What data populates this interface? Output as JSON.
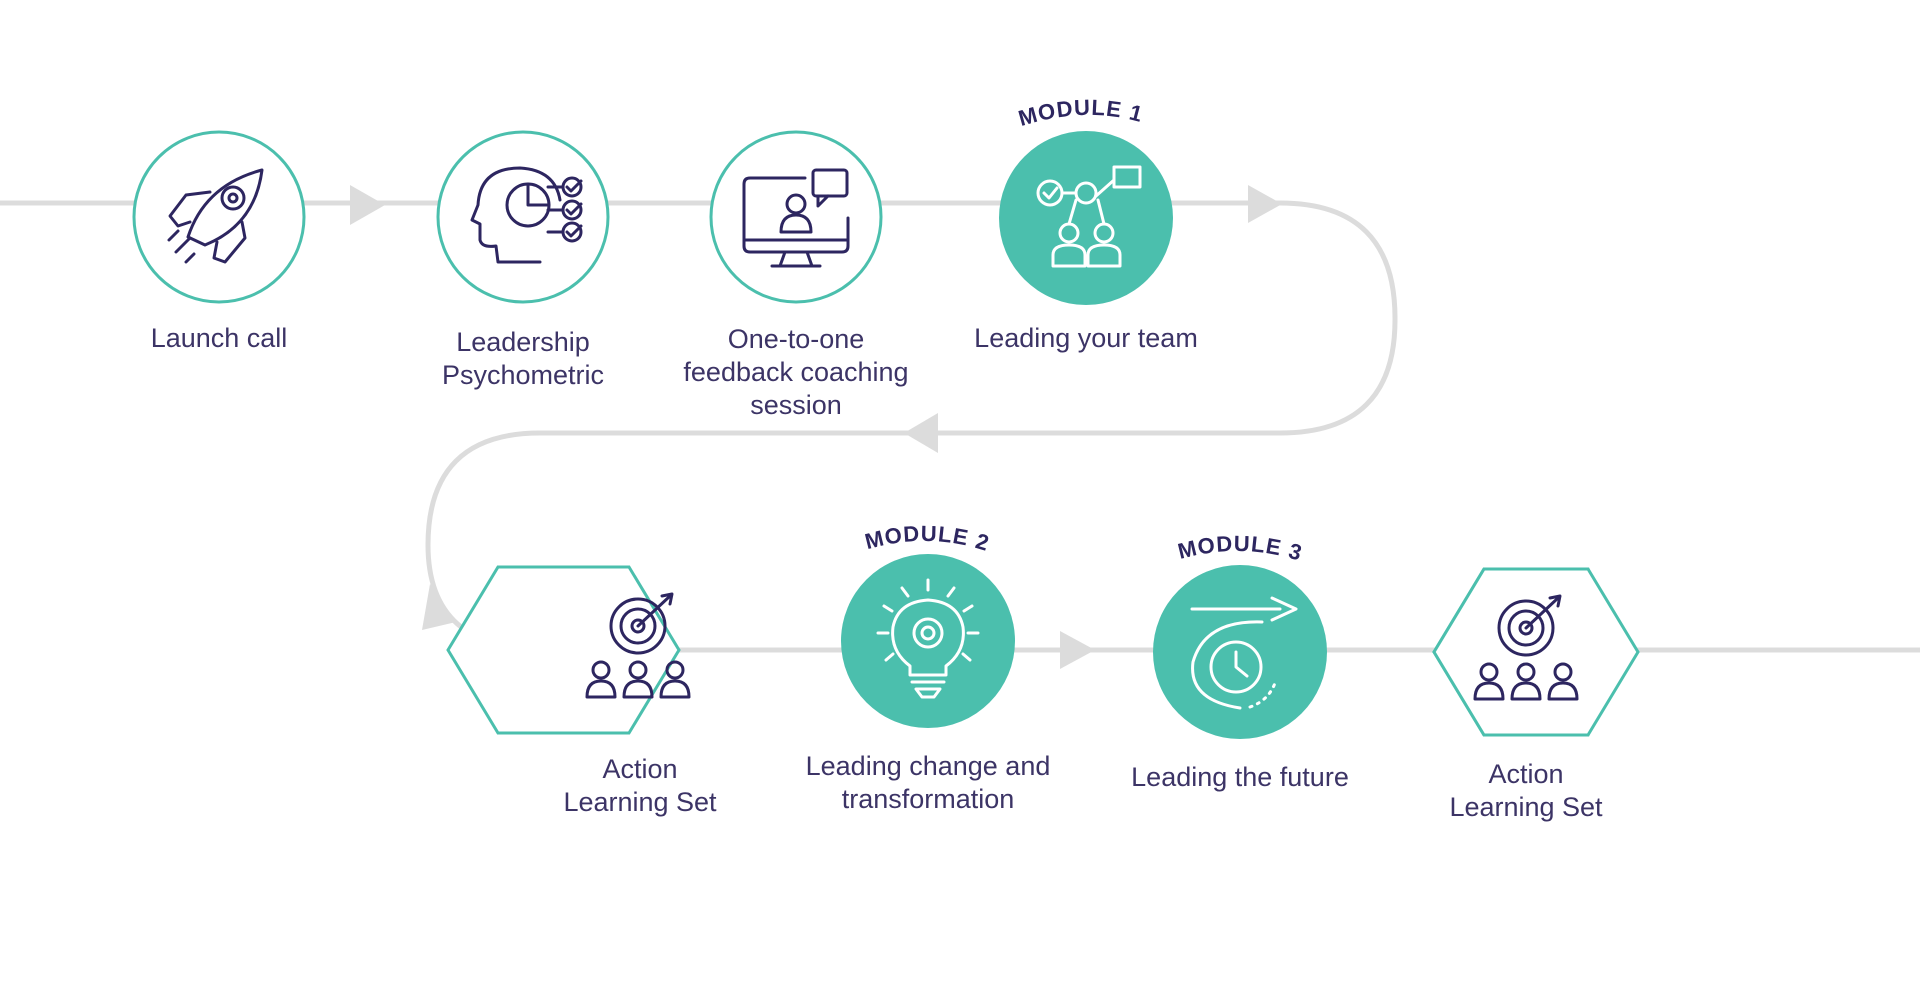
{
  "colors": {
    "teal": "#4bbfad",
    "navy": "#2d2660",
    "track": "#dcdcdc",
    "label": "#3c3466"
  },
  "steps": [
    {
      "label": "Launch call",
      "icon": "rocket-icon",
      "shape": "circle",
      "filled": false
    },
    {
      "label": "Leadership\nPsychometric",
      "icon": "head-checklist-icon",
      "shape": "circle",
      "filled": false
    },
    {
      "label": "One-to-one\nfeedback coaching\nsession",
      "icon": "monitor-chat-icon",
      "shape": "circle",
      "filled": false
    },
    {
      "label": "Leading your team",
      "icon": "team-icon",
      "shape": "circle",
      "filled": true,
      "module": "MODULE 1"
    },
    {
      "label": "Action\nLearning Set",
      "icon": "target-group-icon",
      "shape": "hexagon",
      "filled": false
    },
    {
      "label": "Leading change and\ntransformation",
      "icon": "lightbulb-gear-icon",
      "shape": "circle",
      "filled": true,
      "module": "MODULE 2"
    },
    {
      "label": "Leading the future",
      "icon": "clock-arrow-icon",
      "shape": "circle",
      "filled": true,
      "module": "MODULE 3"
    },
    {
      "label": "Action\nLearning Set",
      "icon": "target-group-icon",
      "shape": "hexagon",
      "filled": false
    }
  ]
}
